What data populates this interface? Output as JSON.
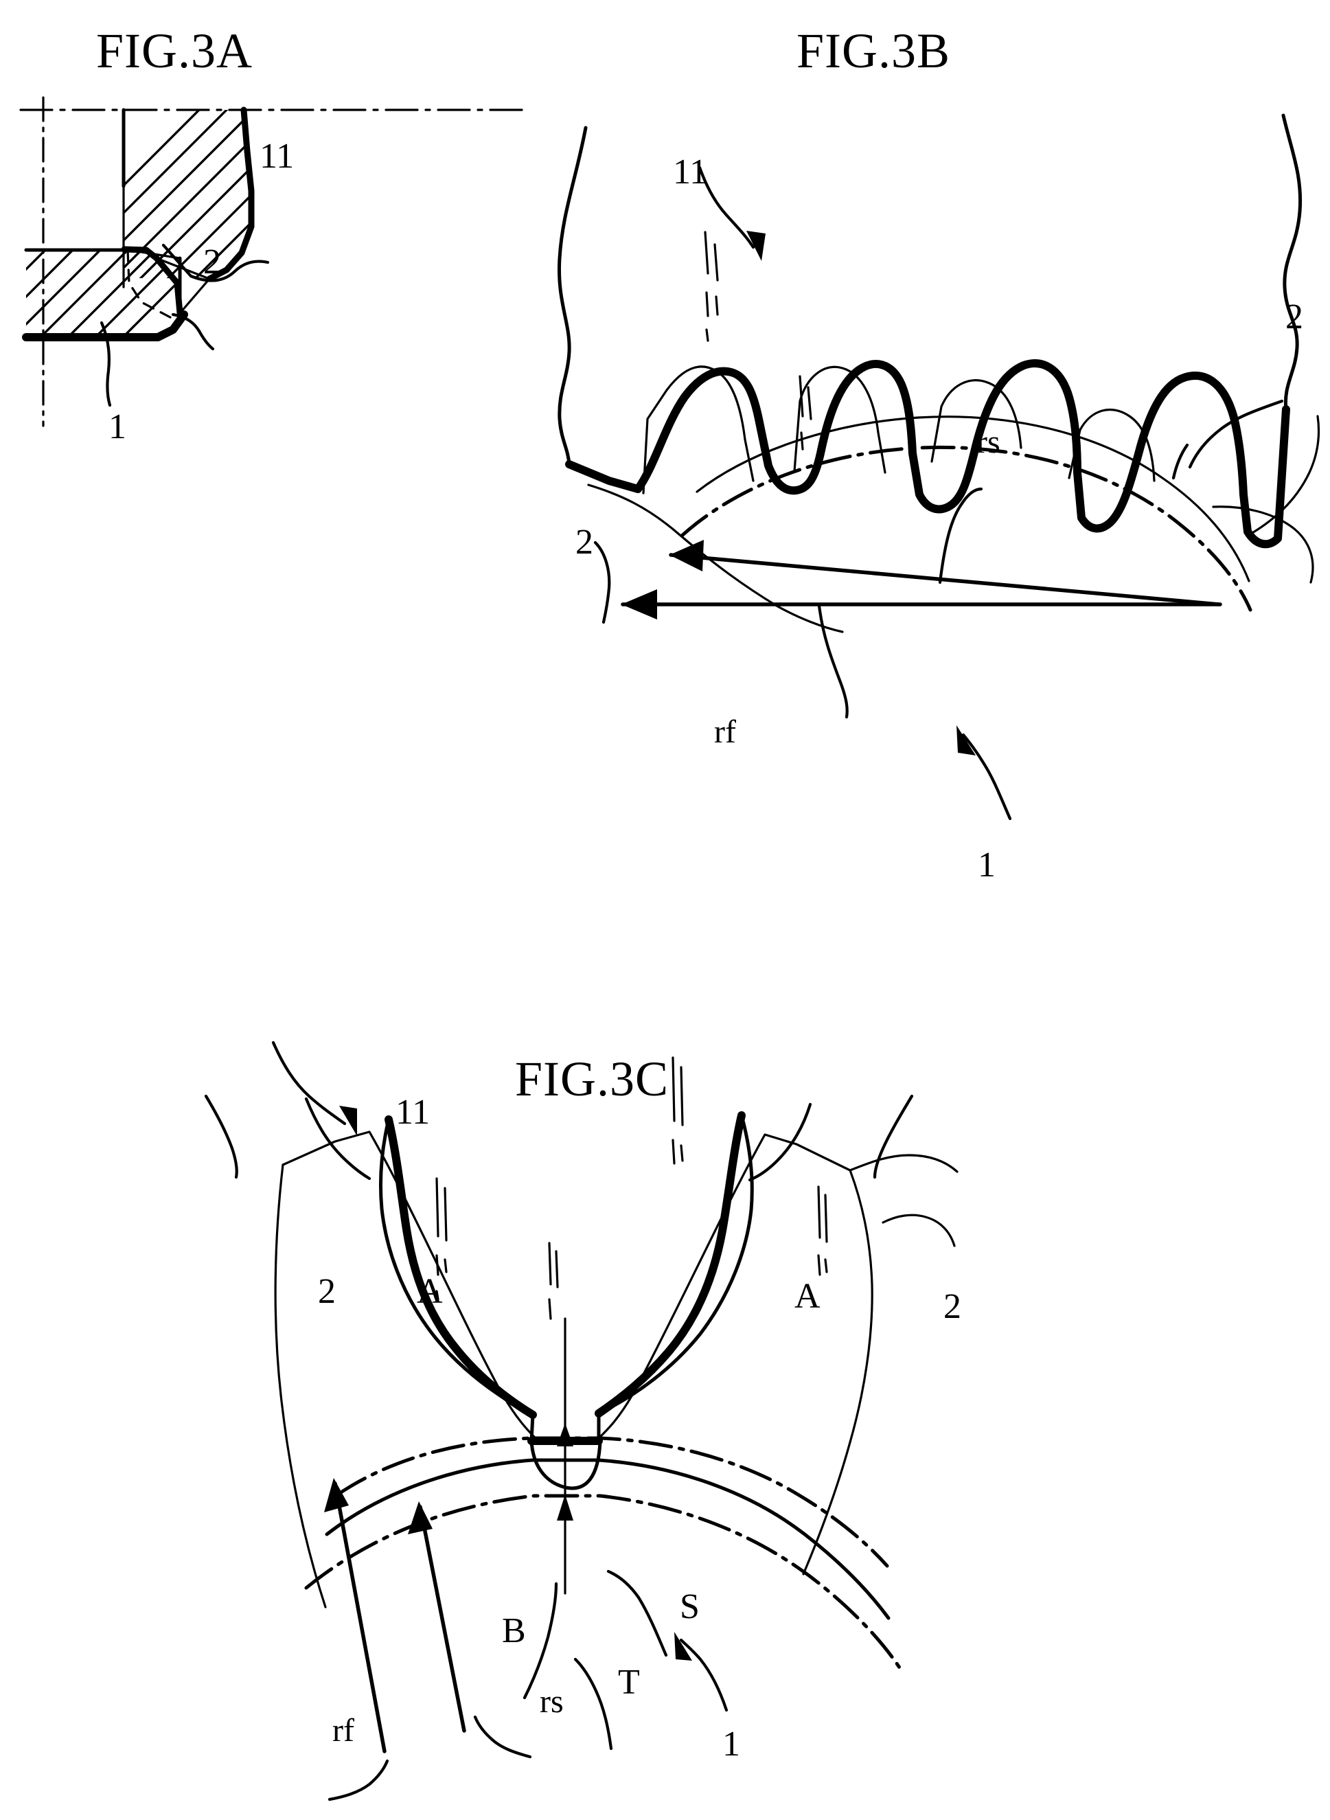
{
  "document": {
    "kind": "patent-figure-sheet",
    "figures": [
      {
        "id": "fig3a",
        "title": "FIG.3A",
        "type": "cross-section",
        "callouts": [
          {
            "text": "11",
            "target": "outer-member-chamfer"
          },
          {
            "text": "2",
            "target": "chamfered-tooth-edge"
          },
          {
            "text": "1",
            "target": "inner-member-body"
          }
        ]
      },
      {
        "id": "fig3b",
        "title": "FIG.3B",
        "type": "gear-mesh-plan-view",
        "callouts": [
          {
            "text": "11",
            "target": "outer-ring-gear"
          },
          {
            "text": "2",
            "target": "tooth-flank-left"
          },
          {
            "text": "2",
            "target": "tooth-flank-right"
          },
          {
            "text": "1",
            "target": "inner-gear"
          },
          {
            "text": "rs",
            "target": "root-surface-radius"
          },
          {
            "text": "rf",
            "target": "root-fillet-radius"
          }
        ]
      },
      {
        "id": "fig3c",
        "title": "FIG.3C",
        "type": "tooth-root-detail",
        "callouts": [
          {
            "text": "11",
            "target": "outer-gear-tooth"
          },
          {
            "text": "2",
            "target": "tooth-flank-left"
          },
          {
            "text": "2",
            "target": "tooth-flank-right"
          },
          {
            "text": "A",
            "target": "contact-point-left"
          },
          {
            "text": "A",
            "target": "contact-point-right"
          },
          {
            "text": "B",
            "target": "root-land-point"
          },
          {
            "text": "S",
            "target": "root-surface-line"
          },
          {
            "text": "T",
            "target": "tooth-centerline"
          },
          {
            "text": "rs",
            "target": "root-surface-radius"
          },
          {
            "text": "rf",
            "target": "root-fillet-radius"
          },
          {
            "text": "1",
            "target": "inner-gear"
          }
        ]
      }
    ],
    "colors": {
      "ink": "#000000",
      "paper": "#ffffff"
    }
  },
  "fig3a": {
    "title": "FIG.3A",
    "label_11": "11",
    "label_2": "2",
    "label_1": "1"
  },
  "fig3b": {
    "title": "FIG.3B",
    "label_11": "11",
    "label_2_left": "2",
    "label_2_right": "2",
    "label_1": "1",
    "label_rs": "rs",
    "label_rf": "rf"
  },
  "fig3c": {
    "title": "FIG.3C",
    "label_11": "11",
    "label_2_left": "2",
    "label_2_right": "2",
    "label_A_left": "A",
    "label_A_right": "A",
    "label_B": "B",
    "label_S": "S",
    "label_T": "T",
    "label_rs": "rs",
    "label_rf": "rf",
    "label_1": "1"
  }
}
